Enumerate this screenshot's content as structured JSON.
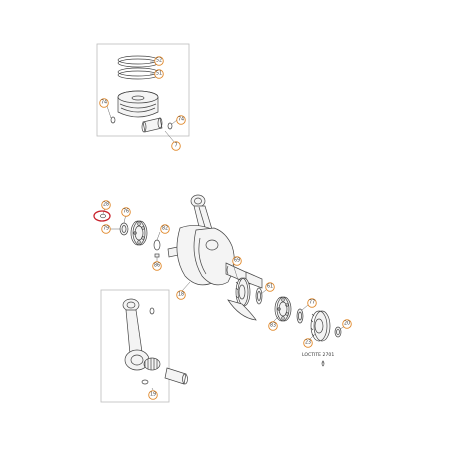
{
  "callouts": {
    "c52": "52",
    "c51": "51",
    "c74a": "74",
    "c74b": "74",
    "c7": "7",
    "c28": "28",
    "c76": "76",
    "c82": "82",
    "c79": "79",
    "c86": "86",
    "c18": "18",
    "c69": "69",
    "c61": "61",
    "c77": "77",
    "c83": "83",
    "c23": "23",
    "c20": "20",
    "c19": "19"
  },
  "notes": {
    "loctite": "LOCTITE 2701"
  },
  "colors": {
    "callout_border": "#e0882a",
    "highlight": "#c8202a",
    "frame": "#bdbdbd"
  }
}
